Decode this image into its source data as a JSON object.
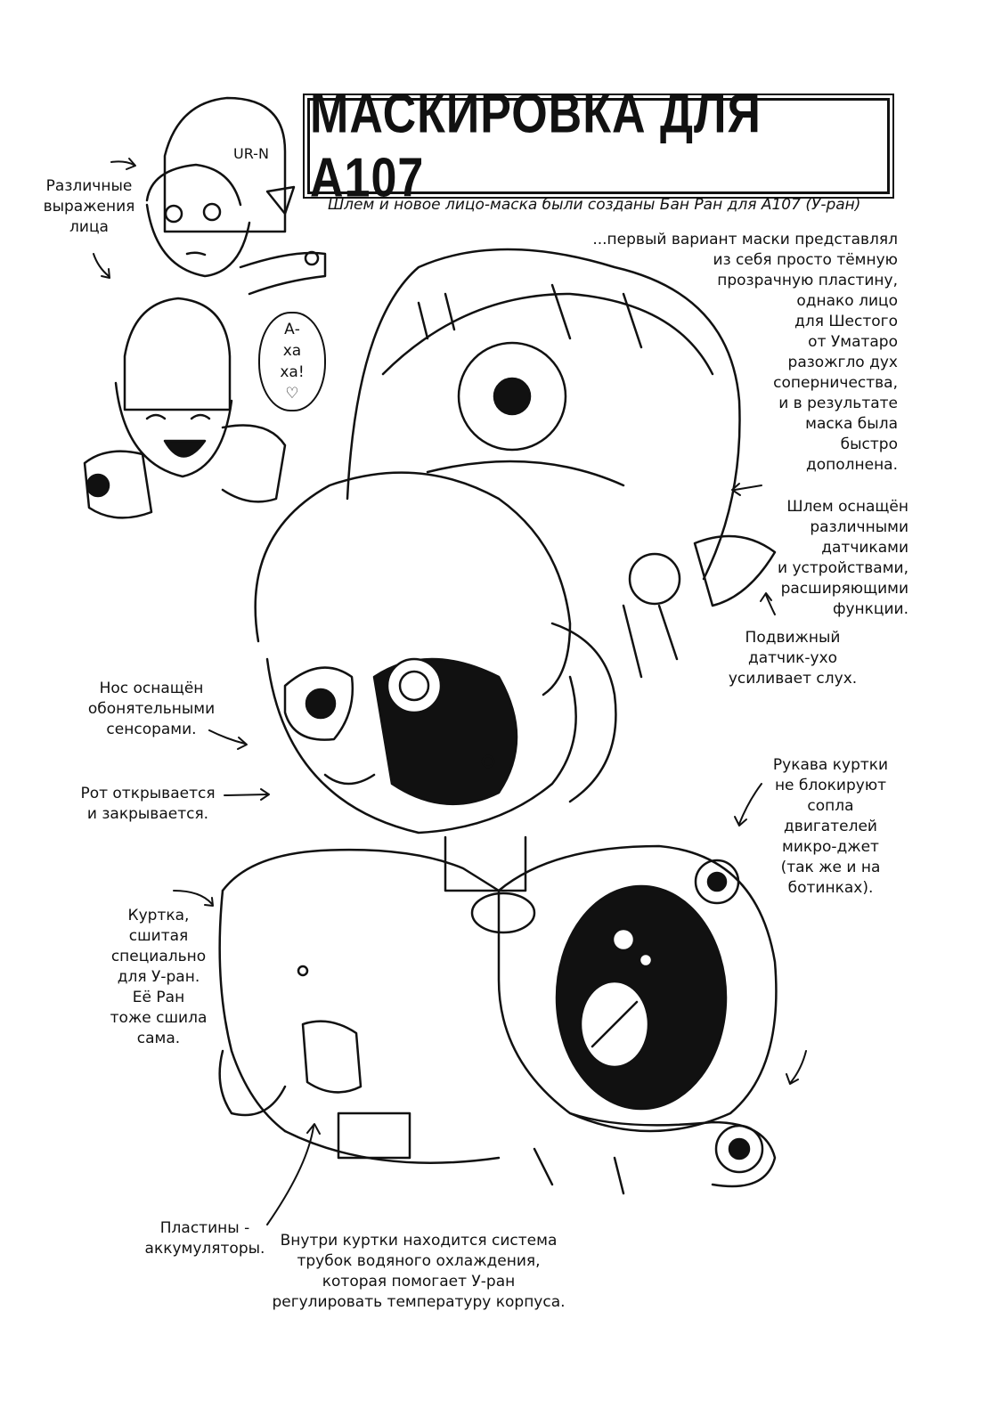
{
  "title": "МАСКИРОВКА ДЛЯ А107",
  "subtitle": "Шлем и новое лицо-маска были созданы Бан Ран для А107 (У-ран)",
  "bubble_text": "А-\nха\nха!\n♡",
  "notes": {
    "expressions": "Различные\nвыражения\nлица",
    "mask_story": "...первый вариант маски представлял\nиз себя просто тёмную\nпрозрачную пластину,\nоднако лицо\nдля Шестого\nот Уматаро\nразожгло дух\nсоперничества,\nи в результате\nмаска была\nбыстро\nдополнена.",
    "helmet": "Шлем оснащён\nразличными датчиками\nи устройствами,\nрасширяющими\nфункции.",
    "ear_sensor": "Подвижный\nдатчик-ухо\nусиливает слух.",
    "nose": "Нос оснащён\nобонятельными\nсенсорами.",
    "mouth": "Рот открывается\nи закрывается.",
    "sleeves": "Рукава куртки\nне блокируют\nсопла\nдвигателей\nмикро-джет\n(так же и на\nботинках).",
    "jacket": "Куртка,\nсшитая\nспециально\nдля У-ран.\nЕё Ран\nтоже сшила\nсама.",
    "batteries": "Пластины -\nаккумуляторы.",
    "cooling": "Внутри куртки находится система\nтрубок водяного охлаждения,\nкоторая помогает У-ран\nрегулировать температуру корпуса."
  },
  "helmet_label": "UR-N"
}
